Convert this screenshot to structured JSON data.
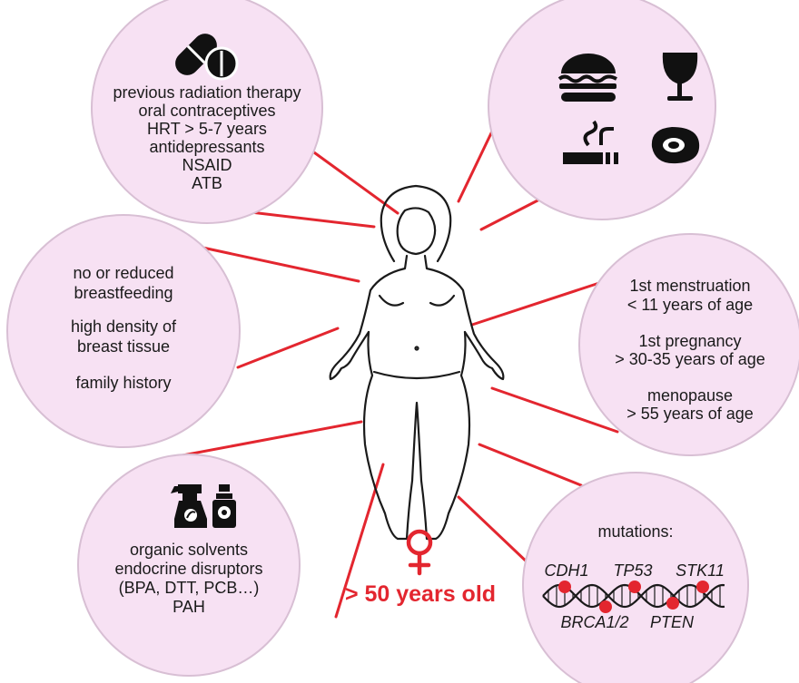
{
  "colors": {
    "bubble_fill": "#f7e1f3",
    "bubble_stroke": "#d8bfd4",
    "connector": "#e3262f",
    "accent_red": "#e3262f",
    "ink": "#1a1a1a"
  },
  "medications": {
    "icon": "pills-icon",
    "lines": [
      "previous radiation therapy",
      "oral contraceptives",
      "HRT > 5-7 years",
      "antidepressants",
      "NSAID",
      "ATB"
    ]
  },
  "lifestyle": {
    "icons": [
      "burger-icon",
      "wine-glass-icon",
      "cigarette-icon",
      "meat-steak-icon"
    ]
  },
  "breast": {
    "lines": [
      "no or reduced",
      "breastfeeding",
      "high density of",
      "breast tissue",
      "family history"
    ]
  },
  "reproductive": {
    "lines": [
      "1st menstruation",
      "< 11 years of age",
      "1st pregnancy",
      "> 30-35 years of age",
      "menopause",
      "> 55 years of age"
    ]
  },
  "environment": {
    "icons": [
      "spray-bottle-icon",
      "chemical-bottle-icon"
    ],
    "lines": [
      "organic solvents",
      "endocrine disruptors",
      "(BPA, DTT, PCB…)",
      "PAH"
    ]
  },
  "genetics": {
    "title": "mutations:",
    "genes_top": [
      "CDH1",
      "TP53",
      "STK11"
    ],
    "genes_bottom": [
      "BRCA1/2",
      "PTEN"
    ]
  },
  "center": {
    "figure_icon": "woman-silhouette-icon",
    "symbol_icon": "female-symbol-icon",
    "age_label": "> 50 years old"
  }
}
